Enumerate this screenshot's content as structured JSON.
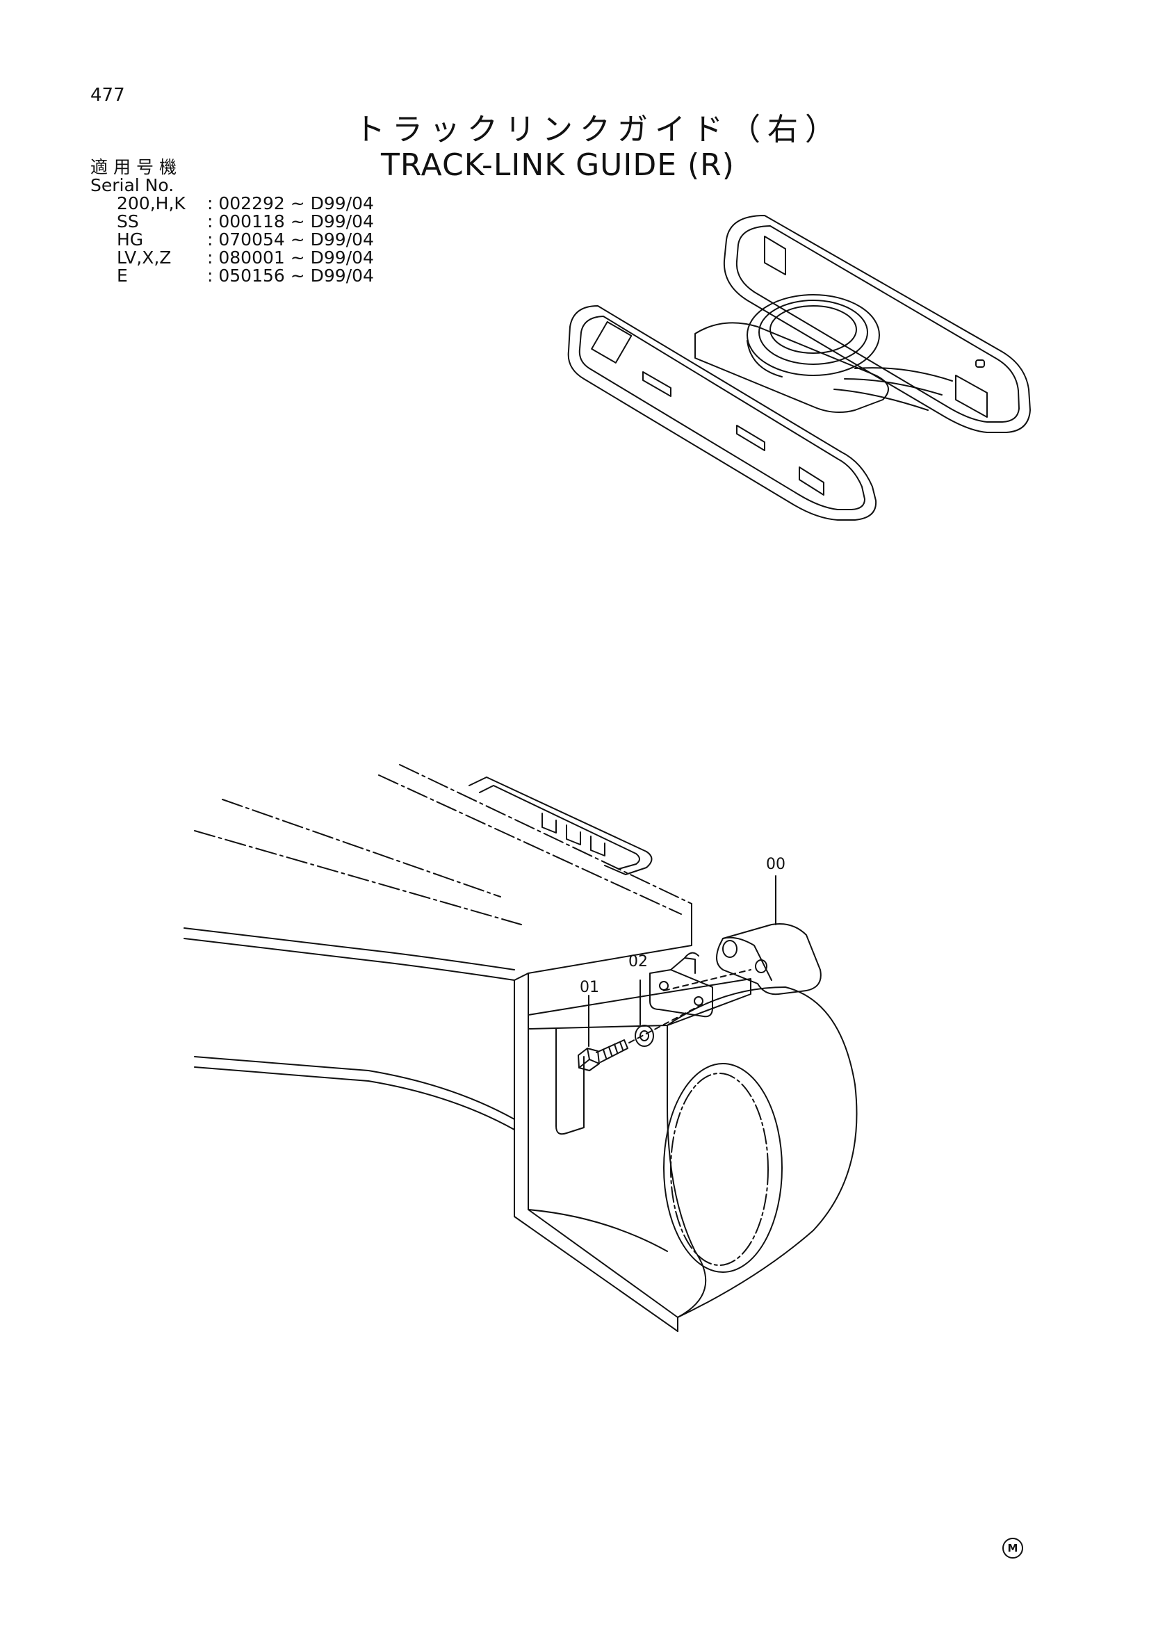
{
  "page": {
    "number": "477"
  },
  "title": {
    "jp": "トラックリンクガイド（右）",
    "en": "TRACK-LINK GUIDE (R)"
  },
  "serial": {
    "heading_jp": "適用号機",
    "heading_en": "Serial No.",
    "rows": [
      {
        "model": "200,H,K",
        "range": ": 002292 ~ D99/04"
      },
      {
        "model": "SS",
        "range": ": 000118 ~ D99/04"
      },
      {
        "model": "HG",
        "range": ": 070054 ~ D99/04"
      },
      {
        "model": "LV,X,Z",
        "range": ": 080001 ~ D99/04"
      },
      {
        "model": "E",
        "range": ": 050156 ~ D99/04"
      }
    ]
  },
  "callouts": {
    "c00": "00",
    "c01": "01",
    "c02": "02"
  },
  "footer": {
    "mark": "M"
  }
}
